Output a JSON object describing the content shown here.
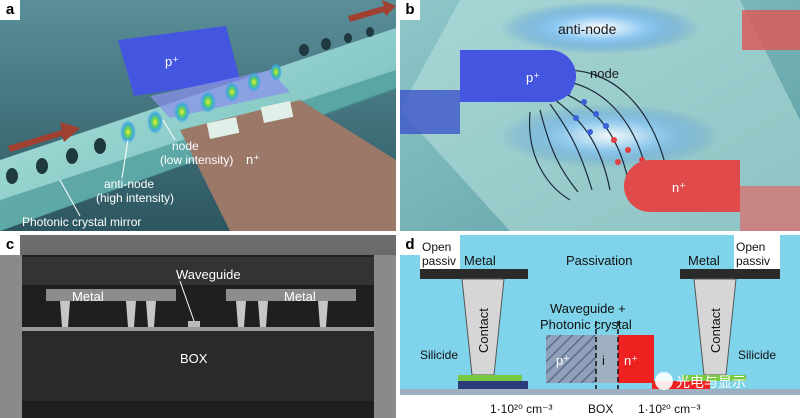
{
  "panels": {
    "a": {
      "label": "a",
      "p_region": "p⁺",
      "n_region": "n⁺",
      "node": "node",
      "node_sub": "(low intensity)",
      "antinode": "anti-node",
      "antinode_sub": "(high intensity)",
      "mirror": "Photonic crystal mirror"
    },
    "b": {
      "label": "b",
      "antinode": "anti-node",
      "node": "node",
      "p_region": "p⁺",
      "n_region": "n⁺"
    },
    "c": {
      "label": "c",
      "waveguide": "Waveguide",
      "metal_left": "Metal",
      "metal_right": "Metal",
      "box": "BOX"
    },
    "d": {
      "label": "d",
      "open_left_1": "Open",
      "open_left_2": "passiv",
      "open_right_1": "Open",
      "open_right_2": "passiv",
      "metal_left": "Metal",
      "metal_right": "Metal",
      "passivation": "Passivation",
      "contact_left": "Contact",
      "contact_right": "Contact",
      "waveguide_1": "Waveguide +",
      "waveguide_2": "Photonic crystal",
      "silicide_left": "Silicide",
      "silicide_right": "Silicide",
      "p_region": "p⁺",
      "intrinsic": "i",
      "n_region": "n⁺",
      "doping_left": "1·10²⁰ cm⁻³",
      "box": "BOX",
      "doping_right": "1·10²⁰ cm⁻³",
      "watermark": "光电与显示"
    }
  },
  "colors": {
    "p_blue": "#4455e0",
    "n_red": "#e03535",
    "cyan_bg": "#7fd3ea",
    "metal_gray": "#8c8c8c"
  }
}
